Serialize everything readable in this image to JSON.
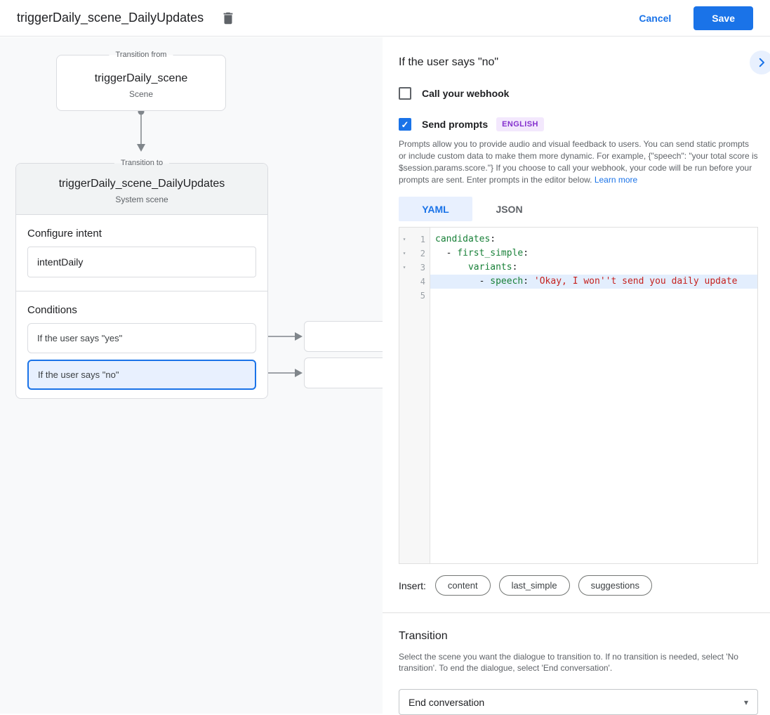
{
  "colors": {
    "accent": "#1a73e8",
    "selection_bg": "#e8f0fe",
    "code_key_green": "#188038",
    "code_string_red": "#c5221f",
    "badge_text": "#8430ce",
    "badge_bg": "#f3e8fd"
  },
  "header": {
    "title": "triggerDaily_scene_DailyUpdates",
    "cancel_label": "Cancel",
    "save_label": "Save"
  },
  "diagram": {
    "from_card": {
      "legend": "Transition from",
      "title": "triggerDaily_scene",
      "subtitle": "Scene"
    },
    "to_card": {
      "legend": "Transition to",
      "title": "triggerDaily_scene_DailyUpdates",
      "subtitle": "System scene",
      "intent_heading": "Configure intent",
      "intent_value": "intentDaily",
      "conditions_heading": "Conditions",
      "conditions": [
        {
          "label": "If the user says \"yes\"",
          "selected": false
        },
        {
          "label": "If the user says \"no\"",
          "selected": true
        }
      ]
    }
  },
  "panel": {
    "title": "If the user says \"no\"",
    "webhook": {
      "label": "Call your webhook",
      "checked": false
    },
    "prompts": {
      "label": "Send prompts",
      "checked": true,
      "badge": "ENGLISH"
    },
    "description": "Prompts allow you to provide audio and visual feedback to users. You can send static prompts or include custom data to make them more dynamic. For example, {\"speech\": \"your total score is $session.params.score.\"} If you choose to call your webhook, your code will be run before your prompts are sent. Enter prompts in the editor below.",
    "learn_more_label": "Learn more",
    "tabs": [
      {
        "label": "YAML",
        "active": true
      },
      {
        "label": "JSON",
        "active": false
      }
    ],
    "editor": {
      "lines": [
        {
          "fold": "▾",
          "num": "1",
          "pre": "",
          "key": "candidates",
          "sep": ":",
          "str": ""
        },
        {
          "fold": "▾",
          "num": "2",
          "pre": "  - ",
          "key": "first_simple",
          "sep": ":",
          "str": ""
        },
        {
          "fold": "▾",
          "num": "3",
          "pre": "      ",
          "key": "variants",
          "sep": ":",
          "str": ""
        },
        {
          "fold": "",
          "num": "4",
          "pre": "        - ",
          "key": "speech",
          "sep": ": ",
          "str": "'Okay, I won''t send you daily update"
        },
        {
          "fold": "",
          "num": "5",
          "pre": "",
          "key": "",
          "sep": "",
          "str": ""
        }
      ]
    },
    "insert": {
      "label": "Insert:",
      "buttons": [
        "content",
        "last_simple",
        "suggestions"
      ]
    },
    "transition": {
      "heading": "Transition",
      "description": "Select the scene you want the dialogue to transition to. If no transition is needed, select 'No transition'. To end the dialogue, select 'End conversation'.",
      "select_value": "End conversation"
    }
  },
  "icons": {
    "caret": "▾",
    "check": "✓"
  }
}
